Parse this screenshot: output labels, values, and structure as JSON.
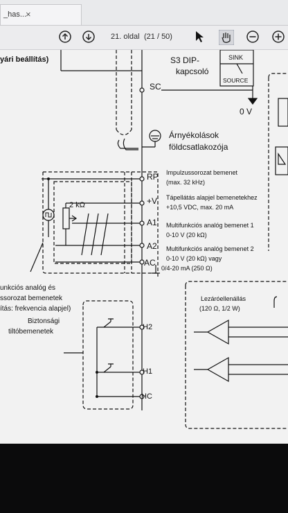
{
  "tab": {
    "title": "_has...",
    "close_glyph": "×"
  },
  "toolbar": {
    "page_label": "21. oldal",
    "page_counter": "(21 / 50)"
  },
  "diagram": {
    "top_left_text": "yári beállítás)",
    "switch_title_1": "S3 DIP-",
    "switch_title_2": "kapcsoló",
    "sink_label": "SINK",
    "source_label": "SOURCE",
    "sc_label": "SC",
    "zero_v_label": "0 V",
    "shield_label_1": "Árnyékolások",
    "shield_label_2": "földcsatlakozója",
    "rp_label": "RP",
    "rp_desc_1": "Impulzussorozat bemenet",
    "rp_desc_2": "(max. 32 kHz)",
    "v_label": "+V",
    "v_desc_1": "Tápellátás alapjel bemenetekhez",
    "v_desc_2": "+10,5 VDC, max. 20 mA",
    "resistor_label": "2 kΩ",
    "a1_label": "A1",
    "a1_desc_1": "Multifunkciós analóg bemenet 1",
    "a1_desc_2": "0-10 V (20 kΩ)",
    "a2_label": "A2",
    "a2_desc_1": "Multifunkciós analóg bemenet 2",
    "a2_desc_2": "0-10 V (20 kΩ) vagy",
    "a2_desc_3": "0/4-20 mA (250 Ω)",
    "ac_label": "AC",
    "left_note_1": "unkciós analóg és",
    "left_note_2": "ssorozat bemenetek",
    "left_note_3": "ítás: frekvencia alapjel)",
    "safety_label_1": "Biztonsági",
    "safety_label_2": "tiltóbemenetek",
    "h2_label": "H2",
    "h1_label": "H1",
    "hc_label": "HC",
    "term_res_1": "Lezáróellenállás",
    "term_res_2": "(120 Ω, 1/2 W)"
  }
}
